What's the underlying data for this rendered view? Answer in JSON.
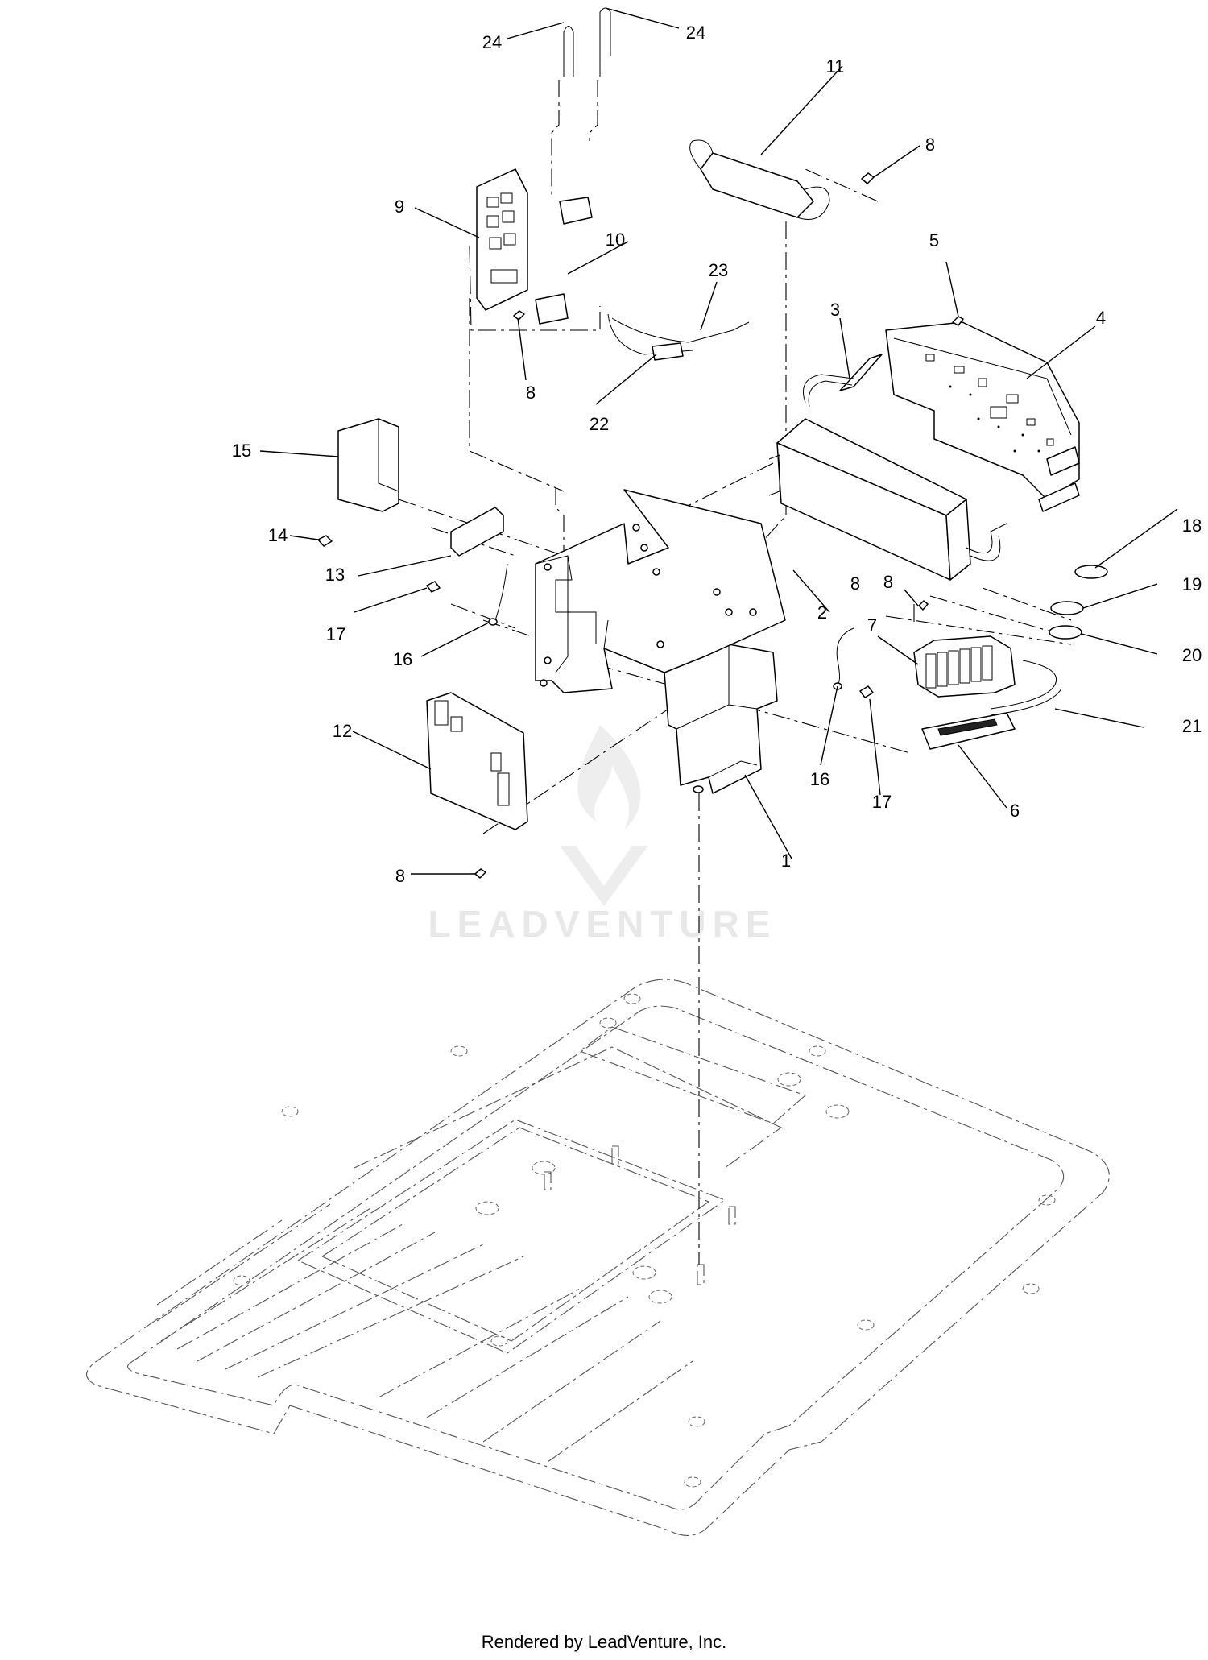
{
  "watermark": {
    "text": "LEADVENTURE"
  },
  "footer": {
    "text": "Rendered by LeadVenture, Inc."
  },
  "callouts": [
    "1",
    "2",
    "3",
    "4",
    "5",
    "6",
    "7",
    "8",
    "8",
    "8",
    "8",
    "8",
    "9",
    "10",
    "11",
    "12",
    "13",
    "14",
    "15",
    "16",
    "16",
    "17",
    "17",
    "18",
    "19",
    "20",
    "21",
    "22",
    "23",
    "24",
    "24"
  ]
}
